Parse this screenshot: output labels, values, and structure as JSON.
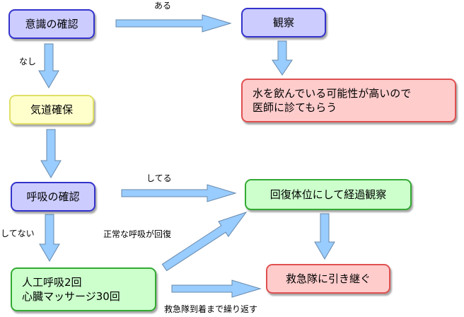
{
  "nodes": {
    "consciousness_check": "意識の確認",
    "observe": "観察",
    "drank_water": "水を飲んでいる可能性が高いので\n医師に診てもらう",
    "airway": "気道確保",
    "breathing_check": "呼吸の確認",
    "recovery_position": "回復体位にして経過観察",
    "cpr": "人工呼吸2回\n心臓マッサージ30回",
    "handover": "救急隊に引き継ぐ"
  },
  "edge_labels": {
    "aru": "ある",
    "nashi": "なし",
    "shiteru": "してる",
    "shitenai": "してない",
    "normal_breathing_returns": "正常な呼吸が回復",
    "until_ems_arrives": "救急隊到着まで繰り返す"
  },
  "colors": {
    "arrow_fill": "#99ccff",
    "arrow_stroke": "#6688aa",
    "blue_fill": "#ccccff",
    "blue_border": "#3333cc",
    "yellow_fill": "#ffffcc",
    "red_fill": "#ffcccc",
    "green_fill": "#ccffcc"
  }
}
